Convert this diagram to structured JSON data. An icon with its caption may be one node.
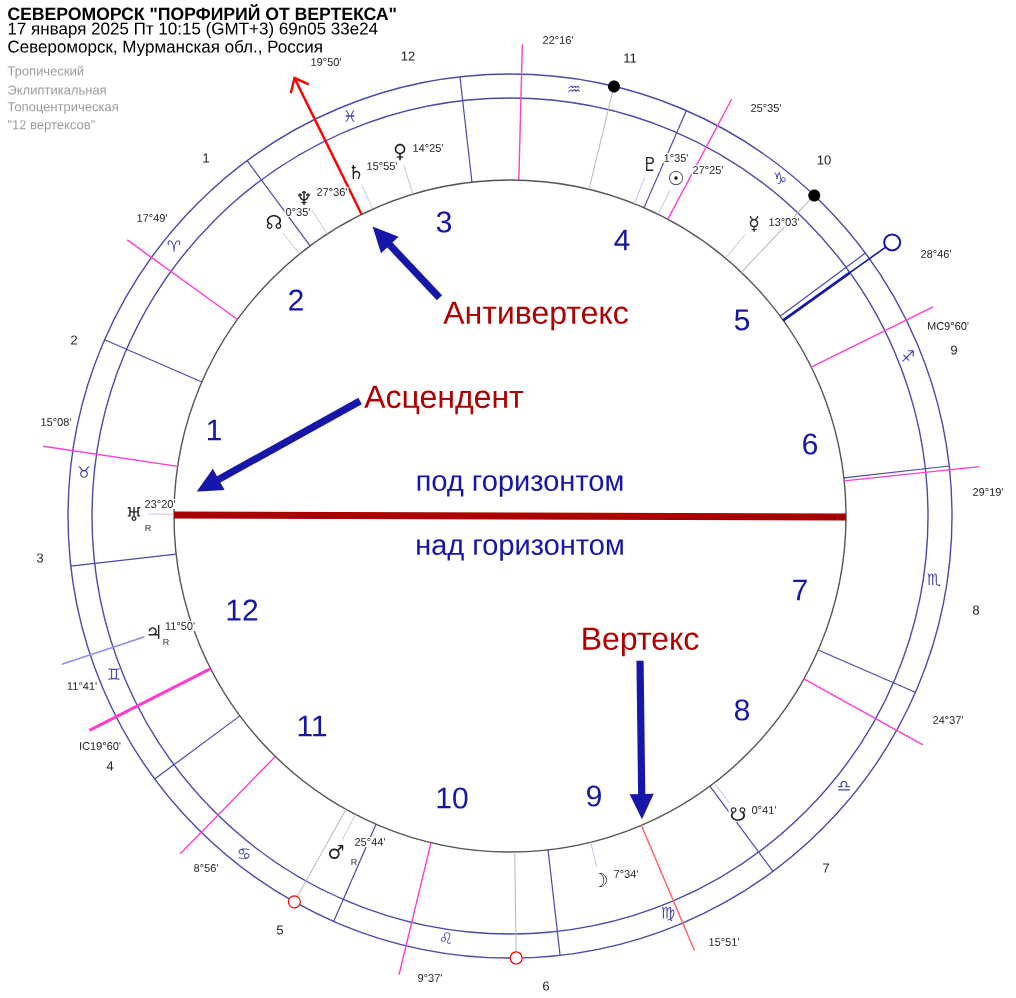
{
  "diagram": {
    "title": "СЕВЕРОМОРСК \"ПОРФИРИЙ ОТ ВЕРТЕКСА\"",
    "nodes": [
      {
        "text": [
          "Антивертекс"
        ]
      },
      {
        "text": [
          "Асцендент"
        ]
      },
      {
        "text": [
          "Вертекс"
        ]
      }
    ],
    "edges": [
      {
        "from": 0,
        "to": null,
        "arrow": "to"
      },
      {
        "from": 1,
        "to": null,
        "arrow": "to"
      },
      {
        "from": 2,
        "to": null,
        "arrow": "to"
      }
    ],
    "labels": [
      "17 января 2025 Пт 10:15 (GMT+3) 69n05 33e24",
      "Североморск, Мурманская обл., Россия",
      "Тропический",
      "Эклиптикальная",
      "Топоцентрическая",
      "\"12 вертексов\"",
      "22°16'",
      "12",
      "11",
      "19°50'",
      "♒",
      "25°35'",
      "♓",
      "♀",
      "14°25'",
      "1",
      "♇",
      "1°35'",
      "10",
      "♄",
      "15°55'",
      "☉",
      "27°25'",
      "♑",
      "♆",
      "27°36'",
      "17°49'",
      "☊",
      "0°35'",
      "3",
      "☿",
      "13°03'",
      "4",
      "♈",
      "28°46'",
      "2",
      "5",
      "MC9°60'",
      "2",
      "9",
      "♐",
      "15°08'",
      "1",
      "6",
      "♉",
      "под горизонтом",
      "29°19'",
      "23°20'",
      "♅",
      "R",
      "над горизонтом",
      "3",
      "♏",
      "7",
      "12",
      "8",
      "11°50'",
      "♃",
      "R",
      "♊",
      "11°41'",
      "8",
      "24°37'",
      "11",
      "IC19°60'",
      "4",
      "♎",
      "10",
      "9",
      "0°41'",
      "☋",
      "25°44'",
      "♂",
      "♋",
      "R",
      "7",
      "8°56'",
      "7°34'",
      "☽",
      "♍",
      "5",
      "♌",
      "15°51'",
      "9°37'",
      "6"
    ]
  }
}
